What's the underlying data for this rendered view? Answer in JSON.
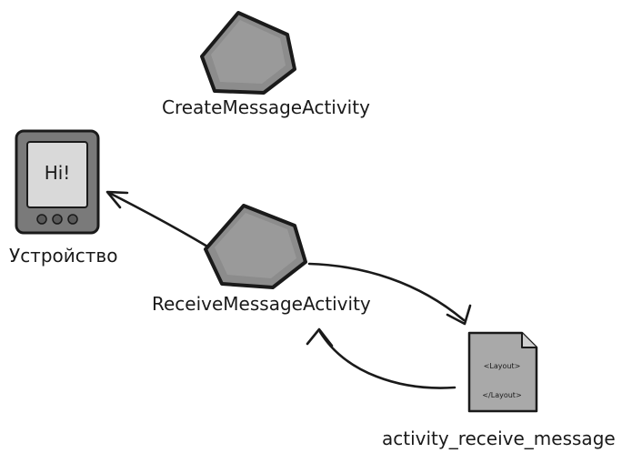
{
  "nodes": {
    "create_activity": {
      "label": "CreateMessageActivity"
    },
    "receive_activity": {
      "label": "ReceiveMessageActivity"
    },
    "device": {
      "label": "Устройство",
      "screen_text": "Hi!"
    },
    "layout_file": {
      "label": "activity_receive_message",
      "open_tag": "<Layout>",
      "close_tag": "</Layout>"
    }
  },
  "colors": {
    "hex_fill": "#8c8c8c",
    "hex_light": "#b0b0b0",
    "device_body": "#7a7a7a",
    "device_screen": "#d9d9d9",
    "doc_fill": "#a9a9a9",
    "ink": "#1a1a1a"
  }
}
